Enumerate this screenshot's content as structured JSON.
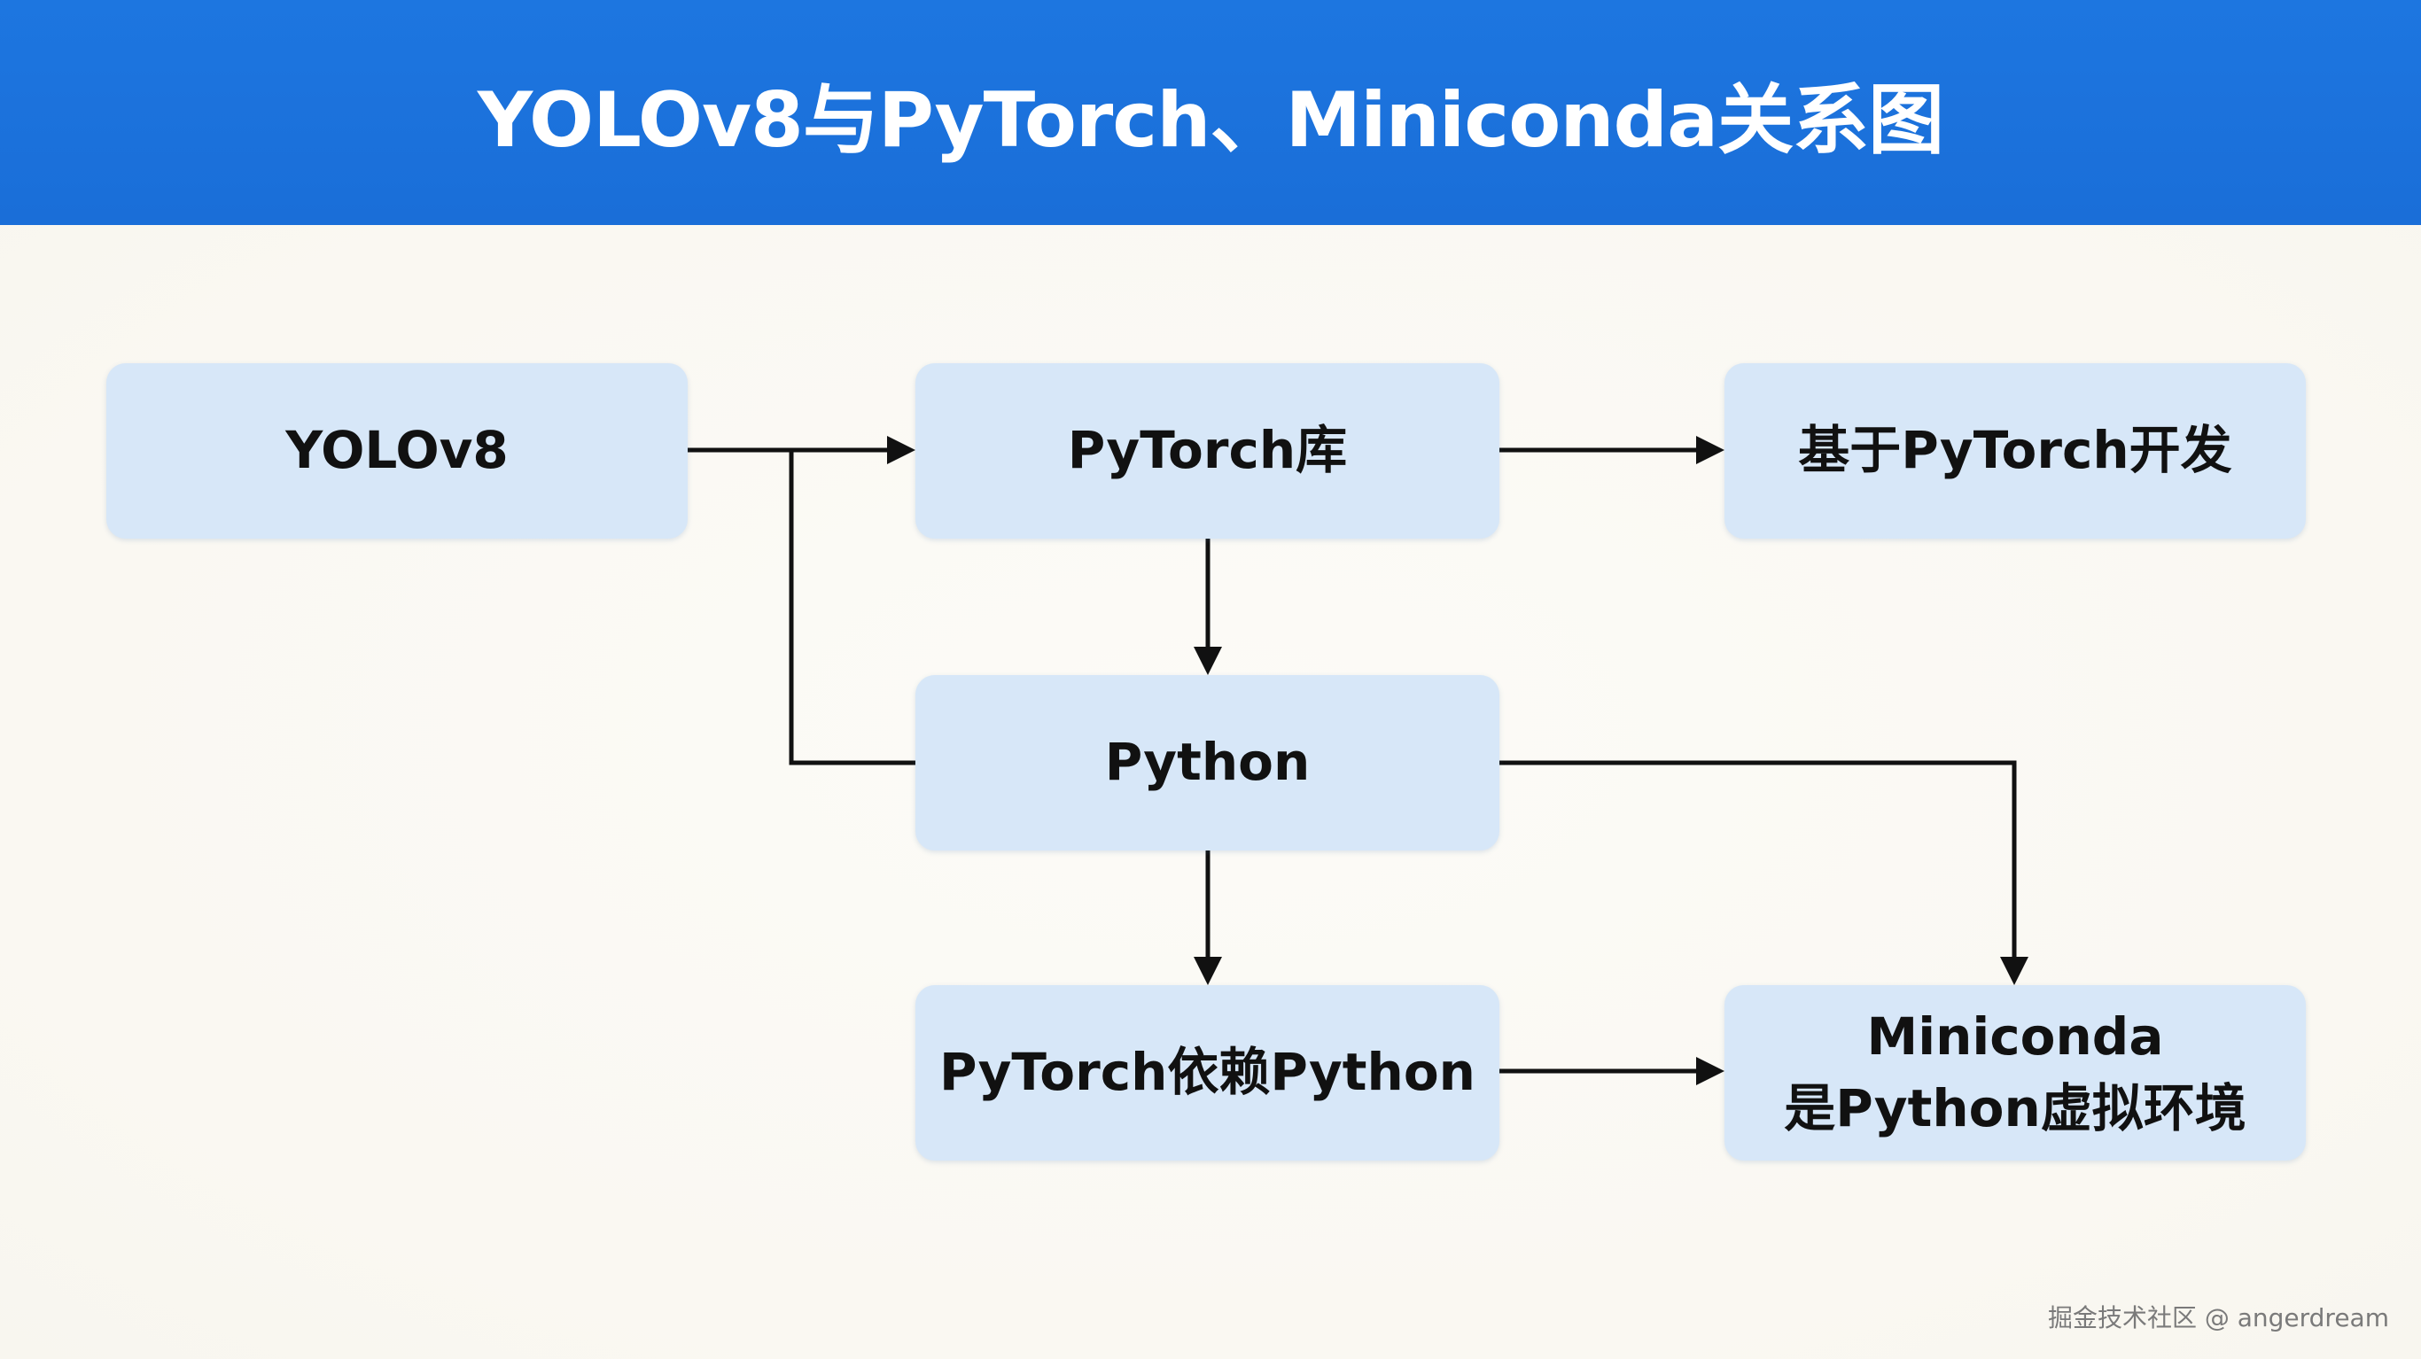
{
  "header": {
    "title": "YOLOv8与PyTorch、Miniconda关系图"
  },
  "nodes": {
    "yolov8": "YOLOv8",
    "pytorch_lib": "PyTorch库",
    "based_on_pytorch": "基于PyTorch开发",
    "python": "Python",
    "pytorch_depends_python": "PyTorch依赖Python",
    "miniconda_line1": "Miniconda",
    "miniconda_line2": "是Python虚拟环境"
  },
  "watermark": "掘金技术社区 @ angerdream",
  "colors": {
    "header": "#1d76e0",
    "node_fill": "#d7e7f8",
    "edge": "#111111"
  }
}
